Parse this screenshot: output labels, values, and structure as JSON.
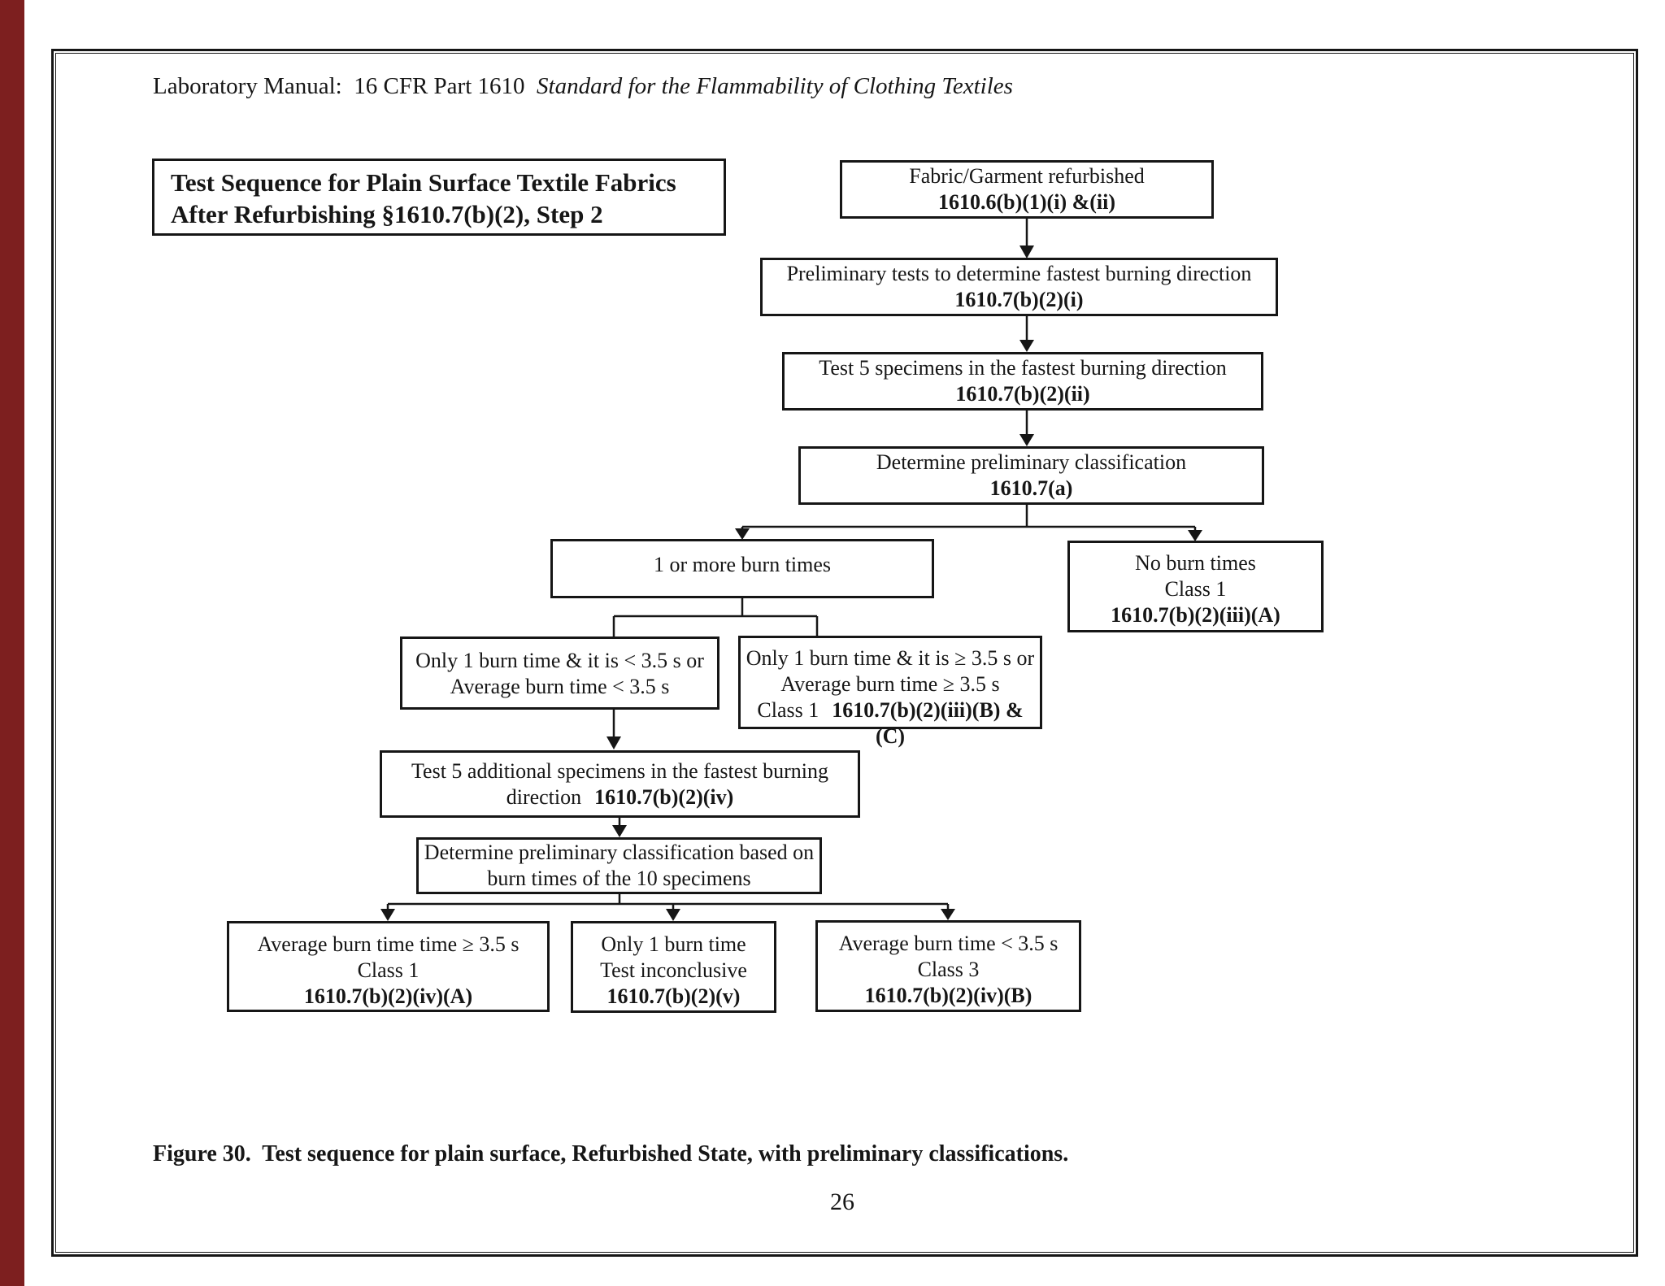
{
  "colors": {
    "left_strip": "#7d1f1f",
    "ink": "#161616",
    "paper": "#ffffff"
  },
  "header": {
    "regular": "Laboratory Manual:  16 CFR Part 1610  ",
    "italic": "Standard for the Flammability of Clothing Textiles"
  },
  "title_box": {
    "line1": "Test Sequence for Plain Surface Textile Fabrics",
    "line2": "After Refurbishing §1610.7(b)(2), Step 2"
  },
  "nodes": {
    "fabric_refurbished": {
      "line1": "Fabric/Garment refurbished",
      "ref": "1610.6(b)(1)(i) &(ii)"
    },
    "preliminary_tests": {
      "line1": "Preliminary tests to determine fastest burning direction",
      "ref": "1610.7(b)(2)(i)"
    },
    "test_5_specimens": {
      "line1": "Test 5 specimens in the fastest burning direction",
      "ref": "1610.7(b)(2)(ii)"
    },
    "determine_classification": {
      "line1": "Determine preliminary classification",
      "ref": "1610.7(a)"
    },
    "one_or_more_burn_times": {
      "line1": "1 or more burn times"
    },
    "no_burn_times": {
      "line1": "No burn times",
      "line2": "Class 1",
      "ref": "1610.7(b)(2)(iii)(A)"
    },
    "only_one_burn_lt": {
      "line1": "Only 1 burn time & it is < 3.5 s or",
      "line2": "Average burn time < 3.5 s"
    },
    "only_one_burn_ge": {
      "line1": "Only 1 burn time & it is ≥ 3.5 s or",
      "line2": "Average burn time ≥ 3.5 s",
      "line3_prefix": "Class 1",
      "ref": "1610.7(b)(2)(iii)(B) & (C)"
    },
    "test_5_additional": {
      "line1": "Test 5 additional specimens in the fastest burning",
      "line2_prefix": "direction",
      "ref": "1610.7(b)(2)(iv)"
    },
    "determine_10_specimens": {
      "line1": "Determine preliminary classification based on",
      "line2": "burn times of the 10 specimens"
    },
    "avg_ge": {
      "line1": "Average burn time time ≥ 3.5 s",
      "line2": "Class 1",
      "ref": "1610.7(b)(2)(iv)(A)"
    },
    "only_one_inconclusive": {
      "line1": "Only 1 burn time",
      "line2": "Test inconclusive",
      "ref": "1610.7(b)(2)(v)"
    },
    "avg_lt": {
      "line1": "Average burn time < 3.5 s",
      "line2": "Class 3",
      "ref": "1610.7(b)(2)(iv)(B)"
    }
  },
  "caption": "Figure 30.  Test sequence for plain surface, Refurbished State, with preliminary classifications.",
  "page_number": "26"
}
